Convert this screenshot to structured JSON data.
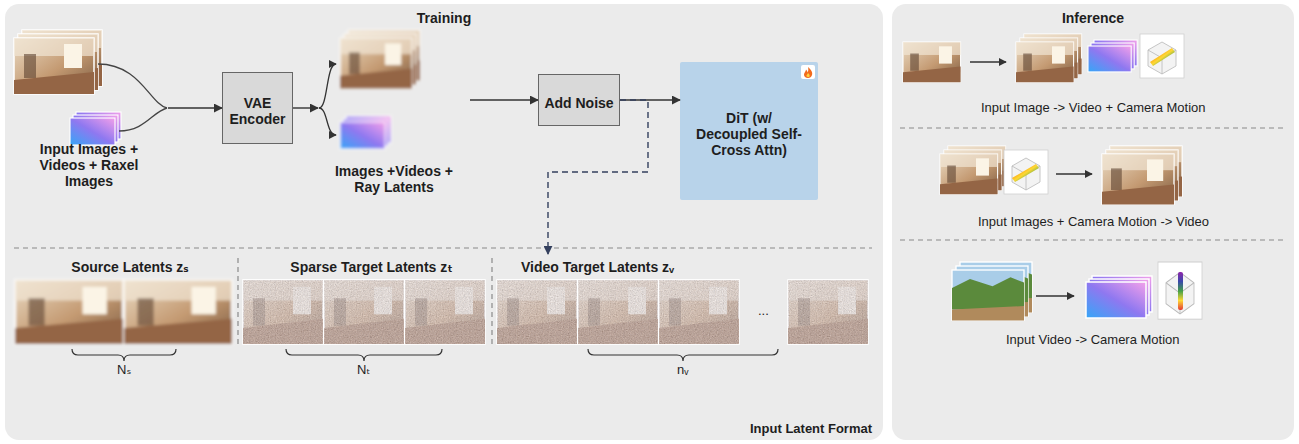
{
  "diagram": {
    "nodes": [
      {
        "text": [
          "Training"
        ]
      },
      {
        "text": [
          "Input Images + Videos + Raxel Images"
        ],
        "in": 0
      },
      {
        "text": [
          "VAE Encoder"
        ],
        "in": 0
      },
      {
        "text": [
          "Images +Videos + Ray Latents"
        ],
        "in": 0
      },
      {
        "text": [
          "Add Noise"
        ],
        "in": 0
      },
      {
        "text": [
          "DiT (w/ Decoupled Self-Cross Attn)"
        ],
        "in": 0
      },
      {
        "text": [
          "Source Latents zₛ"
        ],
        "in": 0
      },
      {
        "text": [
          "Sparse Target Latents zₜ"
        ],
        "in": 0
      },
      {
        "text": [
          "Video Target Latents zᵥ"
        ],
        "in": 0
      },
      {
        "text": [
          "Inference"
        ]
      }
    ],
    "edges": [
      {
        "from": 1,
        "to": 2,
        "arrow": "to"
      },
      {
        "from": 2,
        "to": 3,
        "arrow": "to"
      },
      {
        "from": 3,
        "to": 4,
        "arrow": "to"
      },
      {
        "from": 4,
        "to": 5,
        "arrow": "to"
      },
      {
        "from": 4,
        "to": 8,
        "arrow": "to"
      }
    ],
    "labels": [
      "Nₛ",
      "Nₜ",
      "...",
      "nᵥ",
      "Input Latent Format",
      "Input Image -> Video + Camera Motion",
      "Input Images + Camera Motion -> Video",
      "Input Video -> Camera Motion"
    ]
  }
}
